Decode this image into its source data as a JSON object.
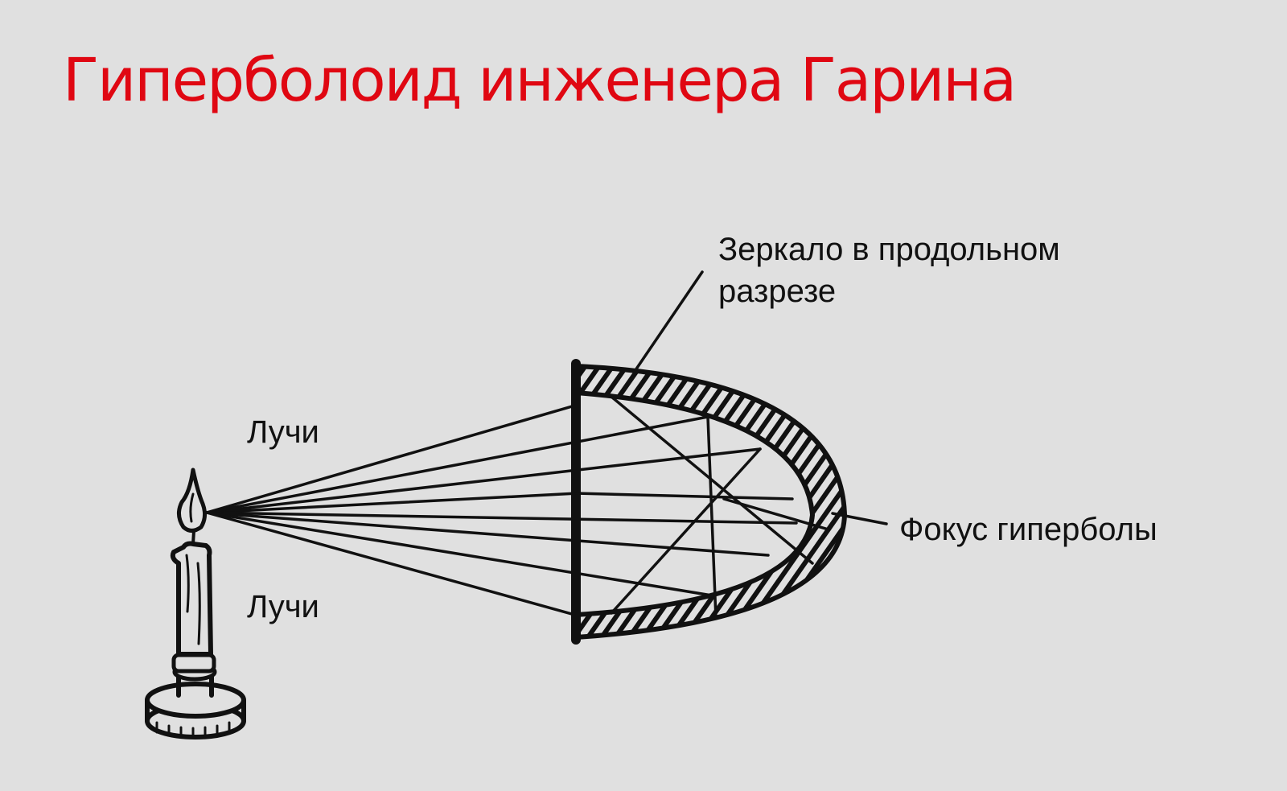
{
  "title": "Гиперболоид инженера Гарина",
  "colors": {
    "background": "#e0e0e0",
    "title": "#e00712",
    "ink": "#111111"
  },
  "labels": {
    "mirror_line1": "Зеркало в продольном",
    "mirror_line2": "разрезе",
    "rays_top": "Лучи",
    "rays_bottom": "Лучи",
    "focus": "Фокус гиперболы"
  },
  "icons": {
    "light_source": "candle-icon"
  }
}
